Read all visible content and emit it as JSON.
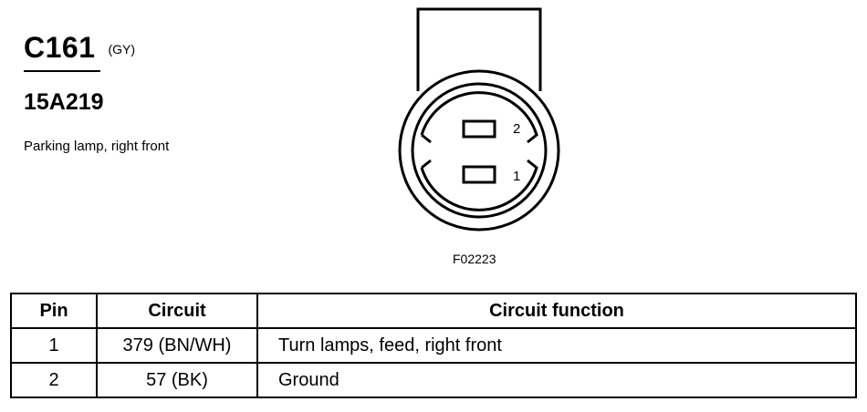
{
  "connector": {
    "id": "C161",
    "color": "(GY)",
    "part_number": "15A219",
    "description": "Parking lamp, right front"
  },
  "diagram": {
    "figure_code": "F02223",
    "pin_labels": [
      "2",
      "1"
    ]
  },
  "table": {
    "headers": [
      "Pin",
      "Circuit",
      "Circuit function"
    ],
    "rows": [
      {
        "pin": "1",
        "circuit": "379 (BN/WH)",
        "function": "Turn lamps, feed, right front"
      },
      {
        "pin": "2",
        "circuit": "57 (BK)",
        "function": "Ground"
      }
    ]
  }
}
